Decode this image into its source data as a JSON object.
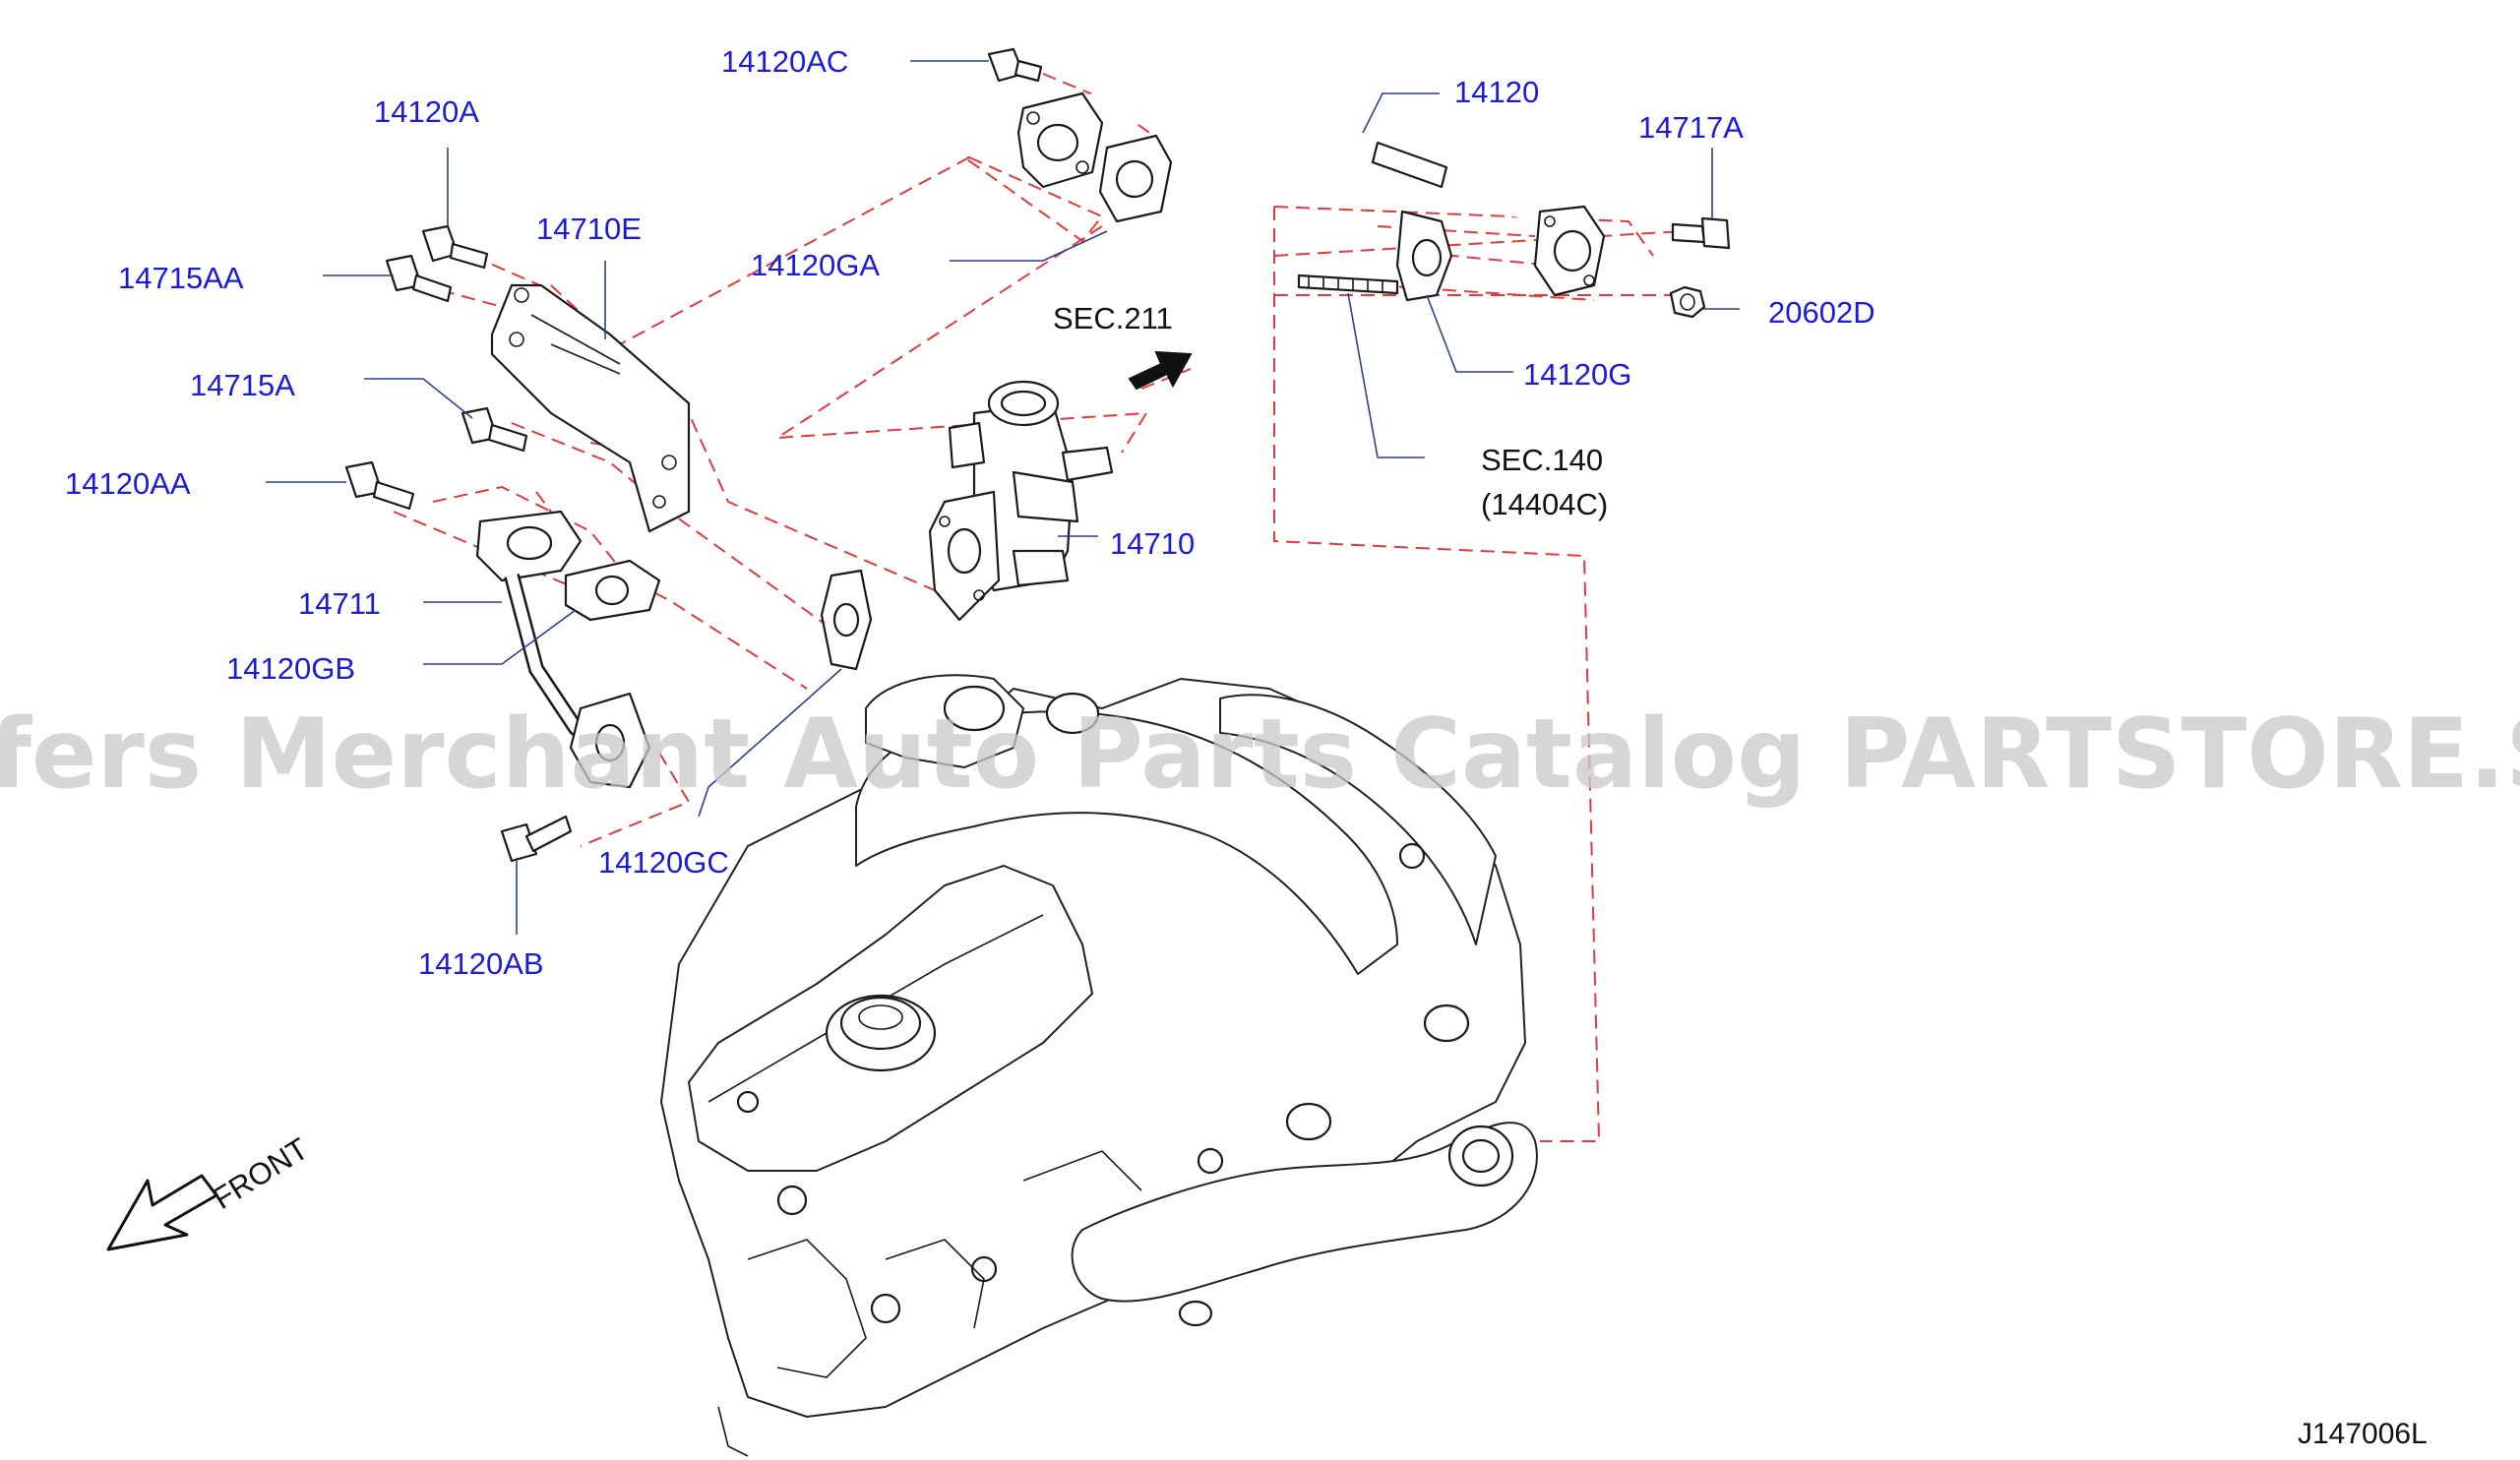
{
  "watermark": "Offers Merchant Auto Parts Catalog PARTSTORE.SA",
  "diagram_code": "J147006L",
  "front_label": "FRONT",
  "references": {
    "sec211": "SEC.211",
    "sec140": "SEC.140",
    "sec140_sub": "(14404C)"
  },
  "callouts": [
    {
      "id": "14120AC",
      "label": "14120AC"
    },
    {
      "id": "14120",
      "label": "14120"
    },
    {
      "id": "14717A",
      "label": "14717A"
    },
    {
      "id": "14120A",
      "label": "14120A"
    },
    {
      "id": "14710E",
      "label": "14710E"
    },
    {
      "id": "14715AA",
      "label": "14715AA"
    },
    {
      "id": "14120GA",
      "label": "14120GA"
    },
    {
      "id": "20602D",
      "label": "20602D"
    },
    {
      "id": "14120G",
      "label": "14120G"
    },
    {
      "id": "14715A",
      "label": "14715A"
    },
    {
      "id": "14120AA",
      "label": "14120AA"
    },
    {
      "id": "14710",
      "label": "14710"
    },
    {
      "id": "14711",
      "label": "14711"
    },
    {
      "id": "14120GB",
      "label": "14120GB"
    },
    {
      "id": "14120GC",
      "label": "14120GC"
    },
    {
      "id": "14120AB",
      "label": "14120AB"
    }
  ],
  "colors": {
    "label": "#1a1adb",
    "dash": "#e23a3a",
    "leader": "#2a3f8f",
    "watermark": "#c9c9c9"
  }
}
